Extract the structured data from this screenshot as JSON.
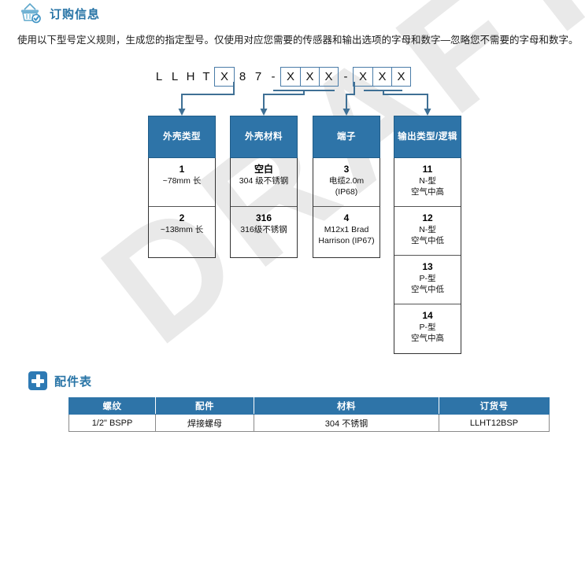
{
  "ordering": {
    "icon": "shopping-basket-check-icon",
    "title": "订购信息",
    "intro": "使用以下型号定义规则，生成您的指定型号。仅使用对应您需要的传感器和输出选项的字母和数字—忽略您不需要的字母和数字。"
  },
  "model_code": {
    "prefix": [
      "L",
      "L",
      "H",
      "T"
    ],
    "box1": [
      "X"
    ],
    "mid": [
      "8",
      "7"
    ],
    "dash1": "-",
    "box2": [
      "X",
      "X",
      "X"
    ],
    "dash2": "-",
    "box3": [
      "X",
      "X",
      "X"
    ]
  },
  "columns": [
    {
      "header": "外壳类型",
      "options": [
        {
          "code": "1",
          "desc": "~78mm 长"
        },
        {
          "code": "2",
          "desc": "~138mm 长"
        }
      ]
    },
    {
      "header": "外壳材料",
      "options": [
        {
          "code": "空白",
          "desc": "304 级不锈钢"
        },
        {
          "code": "316",
          "desc": "316级不锈钢"
        }
      ]
    },
    {
      "header": "端子",
      "options": [
        {
          "code": "3",
          "desc": "电缆2.0m\n(IP68)"
        },
        {
          "code": "4",
          "desc": "M12x1 Brad\nHarrison (IP67)"
        }
      ]
    },
    {
      "header": "输出类型/逻辑",
      "options": [
        {
          "code": "11",
          "desc": "N-型\n空气中高"
        },
        {
          "code": "12",
          "desc": "N-型\n空气中低"
        },
        {
          "code": "13",
          "desc": "P-型\n空气中低"
        },
        {
          "code": "14",
          "desc": "P-型\n空气中高"
        }
      ]
    }
  ],
  "accessories": {
    "icon": "plus-square-icon",
    "title": "配件表",
    "headers": [
      "螺纹",
      "配件",
      "材料",
      "订货号"
    ],
    "rows": [
      [
        "1/2\" BSPP",
        "焊接螺母",
        "304 不锈钢",
        "LLHT12BSP"
      ]
    ]
  },
  "watermark": "DRAFT",
  "colors": {
    "accent": "#2e74a8",
    "header_text": "#2874a6",
    "watermark": "#e9e9e9"
  }
}
